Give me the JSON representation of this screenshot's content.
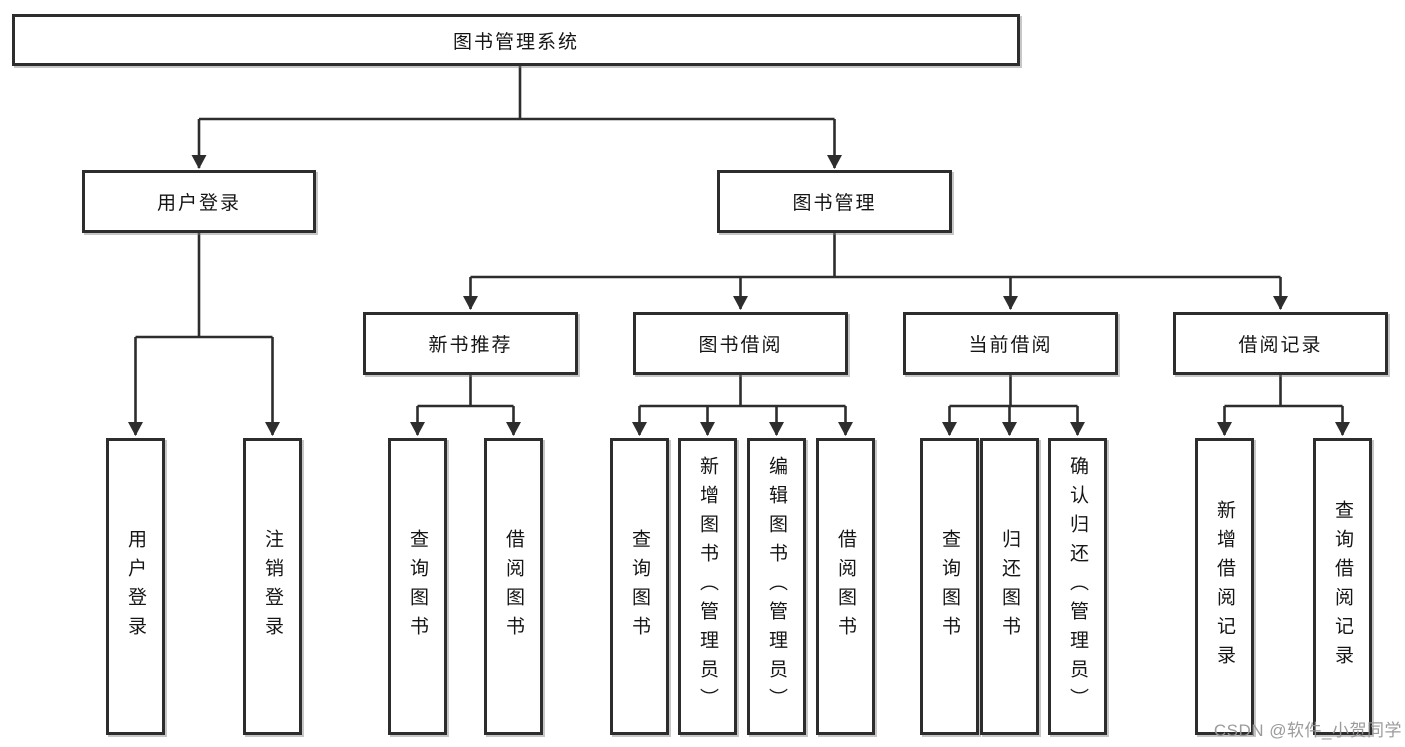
{
  "diagram": {
    "title": "图书管理系统",
    "root": {
      "label": "图书管理系统"
    },
    "level2": [
      {
        "label": "用户登录",
        "children": [
          {
            "label": "用户登录"
          },
          {
            "label": "注销登录"
          }
        ]
      },
      {
        "label": "图书管理"
      }
    ],
    "level3": [
      {
        "label": "新书推荐",
        "children": [
          {
            "label": "查询图书"
          },
          {
            "label": "借阅图书"
          }
        ]
      },
      {
        "label": "图书借阅",
        "children": [
          {
            "label": "查询图书"
          },
          {
            "label": "新增图书（管理员）"
          },
          {
            "label": "编辑图书（管理员）"
          },
          {
            "label": "借阅图书"
          }
        ]
      },
      {
        "label": "当前借阅",
        "children": [
          {
            "label": "查询图书"
          },
          {
            "label": "归还图书"
          },
          {
            "label": "确认归还（管理员）"
          }
        ]
      },
      {
        "label": "借阅记录",
        "children": [
          {
            "label": "新增借阅记录"
          },
          {
            "label": "查询借阅记录"
          }
        ]
      }
    ],
    "colors": {
      "line": "#2d2d2d",
      "box_border": "#2d2d2d",
      "box_fill": "#ffffff",
      "text": "#151515",
      "watermark": "#969696"
    }
  },
  "watermark": {
    "text": "CSDN @软件_小贺同学"
  }
}
